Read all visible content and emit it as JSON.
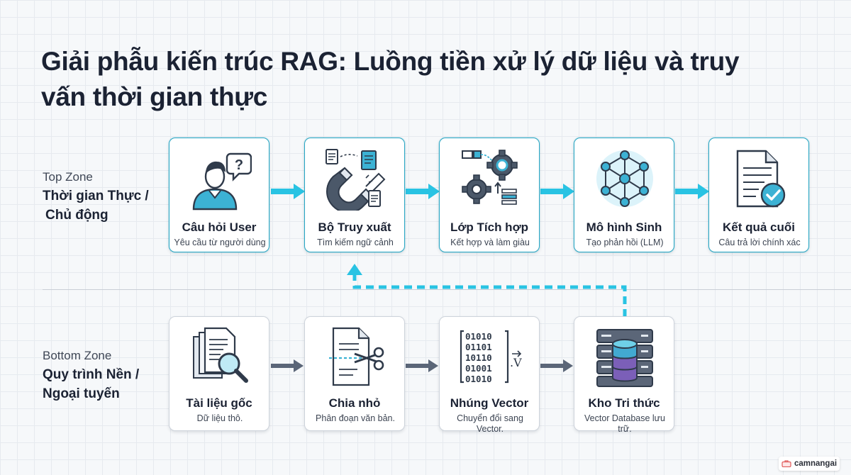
{
  "title": "Giải phẫu kiến trúc RAG: Luồng tiền xử lý dữ liệu và truy vấn thời gian thực",
  "top_zone": {
    "sub": "Top Zone",
    "main_line1": "Thời gian Thực /",
    "main_line2": "Chủ động"
  },
  "bottom_zone": {
    "sub": "Bottom Zone",
    "main_line1": "Quy trình Nền /",
    "main_line2": "Ngoại tuyến"
  },
  "top_cards": [
    {
      "name": "Câu hỏi User",
      "desc": "Yêu cầu từ người dùng",
      "icon": "user-question-icon"
    },
    {
      "name": "Bộ Truy xuất",
      "desc": "Tìm kiếm ngữ cảnh",
      "icon": "magnet-documents-icon"
    },
    {
      "name": "Lớp Tích hợp",
      "desc": "Kết hợp và làm giàu",
      "icon": "gears-icon"
    },
    {
      "name": "Mô hình Sinh",
      "desc": "Tạo phản hồi (LLM)",
      "icon": "neural-network-icon"
    },
    {
      "name": "Kết quả cuối",
      "desc": "Câu trả lời chính xác",
      "icon": "document-check-icon"
    }
  ],
  "bottom_cards": [
    {
      "name": "Tài liệu gốc",
      "desc": "Dữ liệu thô.",
      "icon": "documents-magnifier-icon"
    },
    {
      "name": "Chia nhỏ",
      "desc": "Phân đoạn văn bản.",
      "icon": "scissors-document-icon"
    },
    {
      "name": "Nhúng Vector",
      "desc": "Chuyển đổi sang Vector.",
      "icon": "binary-vector-icon"
    },
    {
      "name": "Kho Tri thức",
      "desc": "Vector Database lưu trữ.",
      "icon": "database-server-icon"
    }
  ],
  "binary_rows": [
    "01010",
    "01101",
    "10110",
    "01001",
    "01010"
  ],
  "vector_symbol": ".V",
  "brand": "camnangai",
  "colors": {
    "accent": "#2aa7c4",
    "arrow_top": "#29c3e3",
    "arrow_bottom": "#5b6678",
    "dark": "#2f3a4a"
  }
}
